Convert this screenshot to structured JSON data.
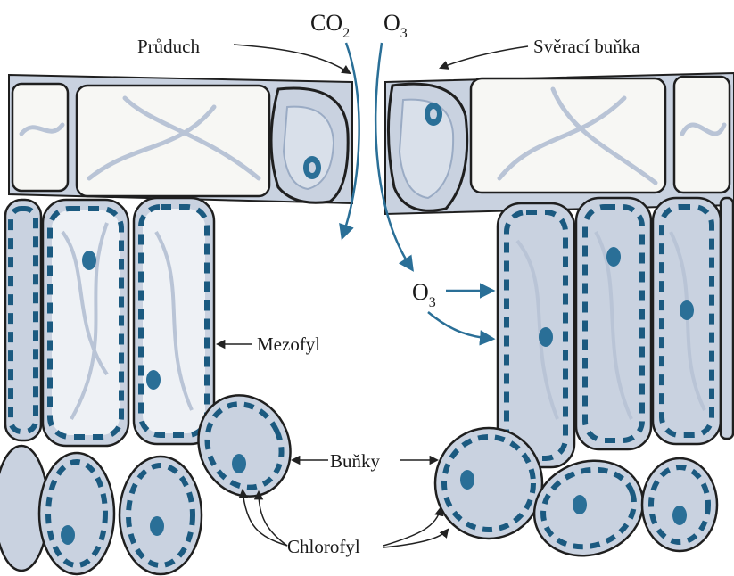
{
  "labels": {
    "pruduch": "Průduch",
    "sveraci_bunka": "Svěrací buňka",
    "mezofyl": "Mezofyl",
    "bunky": "Buňky",
    "chlorofyl": "Chlorofyl"
  },
  "chemicals": {
    "co2_base": "CO",
    "co2_sub": "2",
    "o3_top_base": "O",
    "o3_top_sub": "3",
    "o3_mid_base": "O",
    "o3_mid_sub": "3"
  },
  "colors": {
    "outline": "#1f1f1f",
    "cytoplasm": "#c9d2e0",
    "vacuole": "#f7f7f4",
    "chloroplast": "#1b5a80",
    "nucleus": "#2a6f97",
    "arrow_blue": "#2a6f97",
    "arrow_dark": "#222222"
  }
}
